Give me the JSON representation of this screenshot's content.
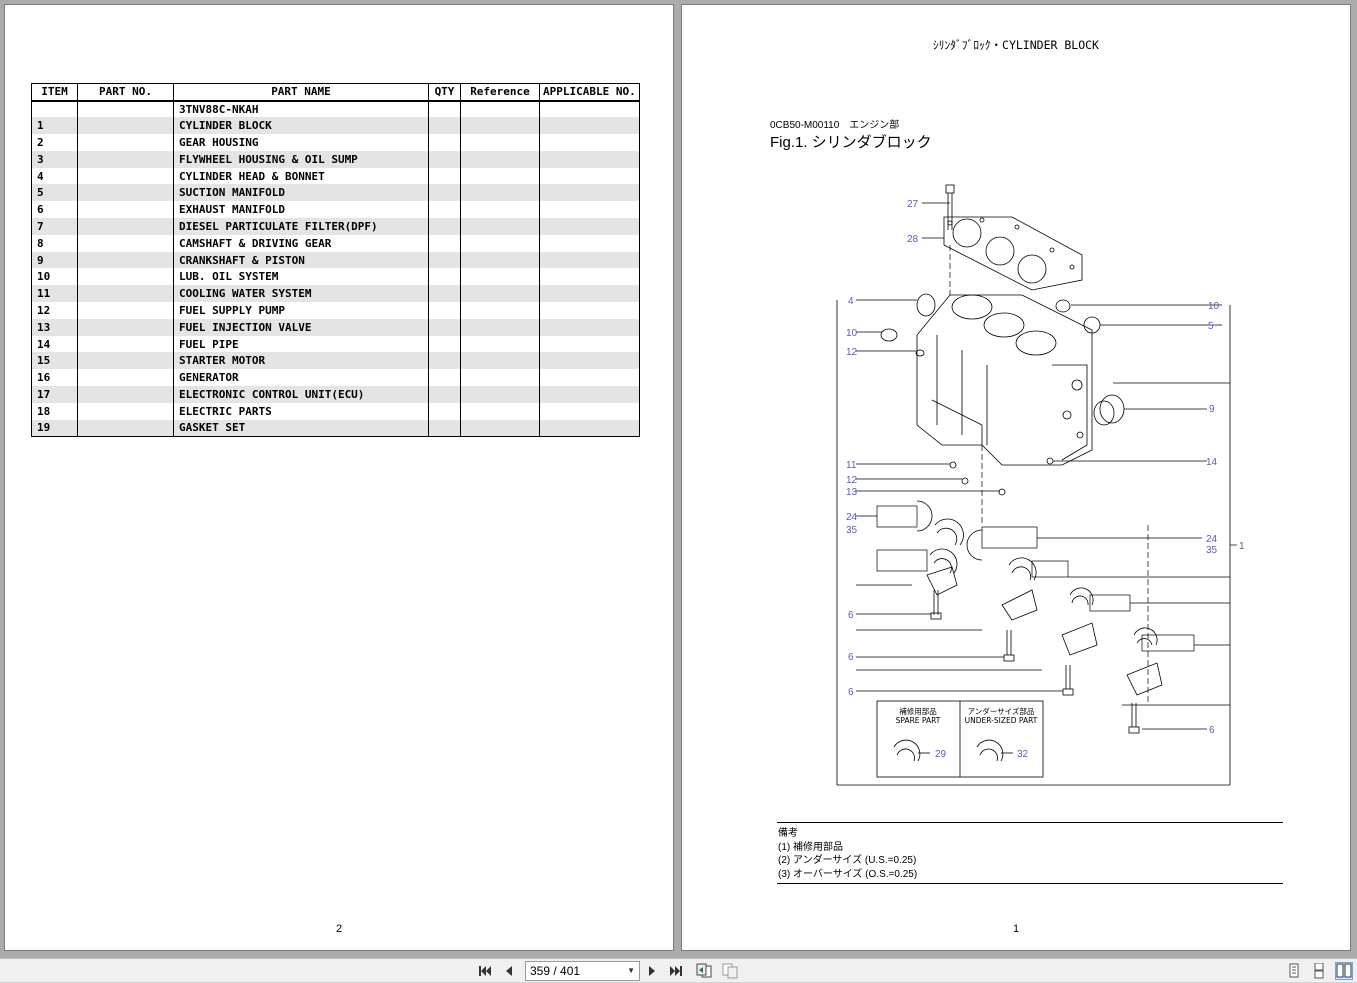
{
  "left_page": {
    "page_number": "2",
    "table": {
      "headers": [
        "ITEM",
        "PART NO.",
        "PART NAME",
        "QTY",
        "Reference",
        "APPLICABLE NO."
      ],
      "rows": [
        {
          "item": "",
          "part_no": "",
          "name": "3TNV88C-NKAH",
          "qty": "",
          "ref": "",
          "app": ""
        },
        {
          "item": "1",
          "part_no": "",
          "name": "CYLINDER BLOCK",
          "qty": "",
          "ref": "",
          "app": ""
        },
        {
          "item": "2",
          "part_no": "",
          "name": "GEAR HOUSING",
          "qty": "",
          "ref": "",
          "app": ""
        },
        {
          "item": "3",
          "part_no": "",
          "name": "FLYWHEEL HOUSING & OIL SUMP",
          "qty": "",
          "ref": "",
          "app": ""
        },
        {
          "item": "4",
          "part_no": "",
          "name": "CYLINDER HEAD & BONNET",
          "qty": "",
          "ref": "",
          "app": ""
        },
        {
          "item": "5",
          "part_no": "",
          "name": "SUCTION MANIFOLD",
          "qty": "",
          "ref": "",
          "app": ""
        },
        {
          "item": "6",
          "part_no": "",
          "name": "EXHAUST MANIFOLD",
          "qty": "",
          "ref": "",
          "app": ""
        },
        {
          "item": "7",
          "part_no": "",
          "name": "DIESEL PARTICULATE FILTER(DPF)",
          "qty": "",
          "ref": "",
          "app": ""
        },
        {
          "item": "8",
          "part_no": "",
          "name": "CAMSHAFT & DRIVING GEAR",
          "qty": "",
          "ref": "",
          "app": ""
        },
        {
          "item": "9",
          "part_no": "",
          "name": "CRANKSHAFT & PISTON",
          "qty": "",
          "ref": "",
          "app": ""
        },
        {
          "item": "10",
          "part_no": "",
          "name": "LUB. OIL SYSTEM",
          "qty": "",
          "ref": "",
          "app": ""
        },
        {
          "item": "11",
          "part_no": "",
          "name": "COOLING WATER SYSTEM",
          "qty": "",
          "ref": "",
          "app": ""
        },
        {
          "item": "12",
          "part_no": "",
          "name": "FUEL SUPPLY PUMP",
          "qty": "",
          "ref": "",
          "app": ""
        },
        {
          "item": "13",
          "part_no": "",
          "name": "FUEL INJECTION VALVE",
          "qty": "",
          "ref": "",
          "app": ""
        },
        {
          "item": "14",
          "part_no": "",
          "name": "FUEL PIPE",
          "qty": "",
          "ref": "",
          "app": ""
        },
        {
          "item": "15",
          "part_no": "",
          "name": "STARTER MOTOR",
          "qty": "",
          "ref": "",
          "app": ""
        },
        {
          "item": "16",
          "part_no": "",
          "name": "GENERATOR",
          "qty": "",
          "ref": "",
          "app": ""
        },
        {
          "item": "17",
          "part_no": "",
          "name": "ELECTRONIC CONTROL UNIT(ECU)",
          "qty": "",
          "ref": "",
          "app": ""
        },
        {
          "item": "18",
          "part_no": "",
          "name": "ELECTRIC PARTS",
          "qty": "",
          "ref": "",
          "app": ""
        },
        {
          "item": "19",
          "part_no": "",
          "name": "GASKET SET",
          "qty": "",
          "ref": "",
          "app": ""
        }
      ]
    }
  },
  "right_page": {
    "page_number": "1",
    "header": "ｼﾘﾝﾀﾞﾌﾞﾛｯｸ・CYLINDER BLOCK",
    "fig_code": "0CB50-M00110　エンジン部",
    "fig_title": "Fig.1.  シリンダブロック",
    "callouts": {
      "c27": "27",
      "c28": "28",
      "c4": "4",
      "c10a": "10",
      "c12a": "12",
      "c10b": "10",
      "c5": "5",
      "c9": "9",
      "c14": "14",
      "c11": "11",
      "c12b": "12",
      "c13": "13",
      "c24a": "24",
      "c35a": "35",
      "c24b": "24",
      "c35b": "35",
      "c1": "1",
      "c6a": "6",
      "c6b": "6",
      "c6c": "6",
      "c6d": "6",
      "c29": "29",
      "c32": "32"
    },
    "inset": {
      "spare_jp": "補修用部品",
      "spare_en": "SPARE PART",
      "under_jp": "アンダーサイズ部品",
      "under_en": "UNDER-SIZED PART"
    },
    "notes": {
      "title": "備考",
      "n1": "(1) 補修用部品",
      "n2": "(2) アンダーサイズ (U.S.=0.25)",
      "n3": "(3) オーバーサイズ (O.S.=0.25)"
    }
  },
  "toolbar": {
    "page_indicator": "359 / 401",
    "icons": [
      "first-page-icon",
      "previous-page-icon",
      "next-page-icon",
      "last-page-icon",
      "previous-view-icon",
      "next-view-icon",
      "single-page-icon",
      "continuous-icon",
      "facing-pages-icon"
    ]
  },
  "colors": {
    "callout": "#5a5ac8",
    "stripe": "#e4e4e4",
    "viewer_bg": "#ababab"
  }
}
